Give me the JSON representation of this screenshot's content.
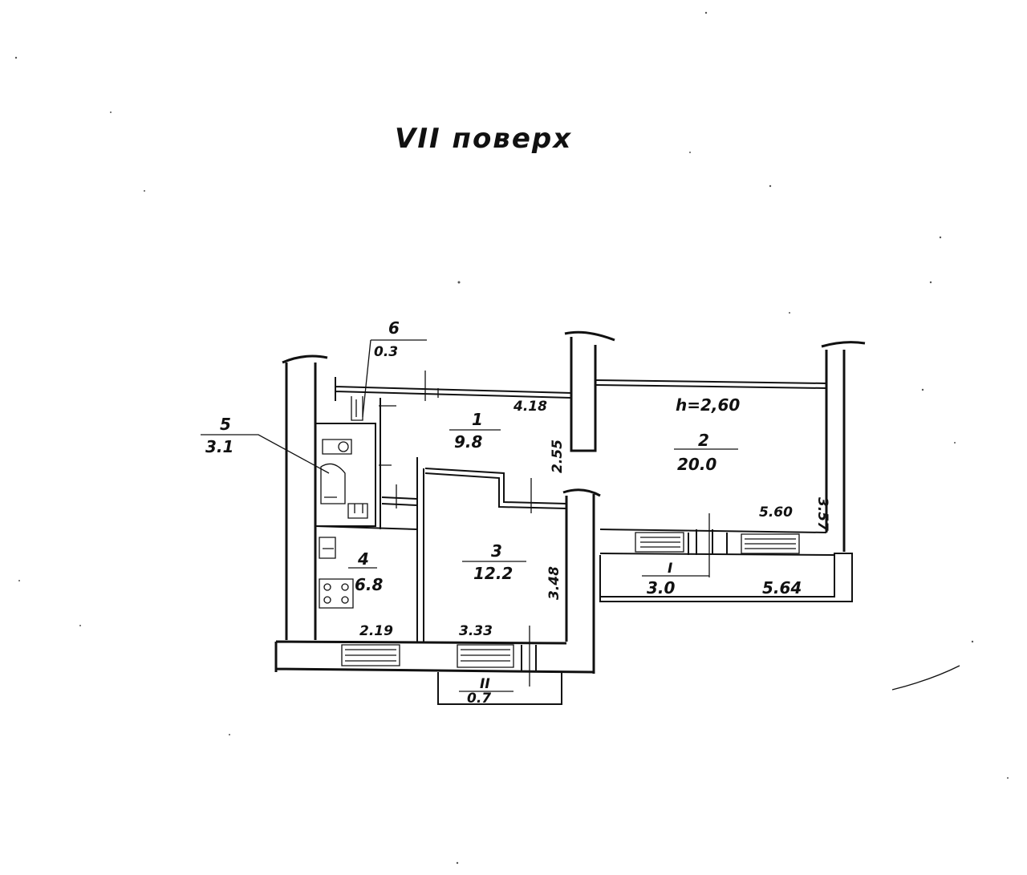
{
  "title": "VII поверх",
  "ceiling_height": "h=2,60",
  "rooms": [
    {
      "id": "1",
      "area": "9.8"
    },
    {
      "id": "2",
      "area": "20.0"
    },
    {
      "id": "3",
      "area": "12.2"
    },
    {
      "id": "4",
      "area": "6.8"
    },
    {
      "id": "5",
      "area": "3.1"
    },
    {
      "id": "6",
      "area": "0.3"
    },
    {
      "id": "I",
      "area": "3.0"
    },
    {
      "id": "II",
      "area": "0.7"
    }
  ],
  "dimensions": {
    "d418": "4.18",
    "d255": "2.55",
    "d357": "3.57",
    "d560": "5.60",
    "d564": "5.64",
    "d348": "3.48",
    "d219": "2.19",
    "d333": "3.33"
  }
}
